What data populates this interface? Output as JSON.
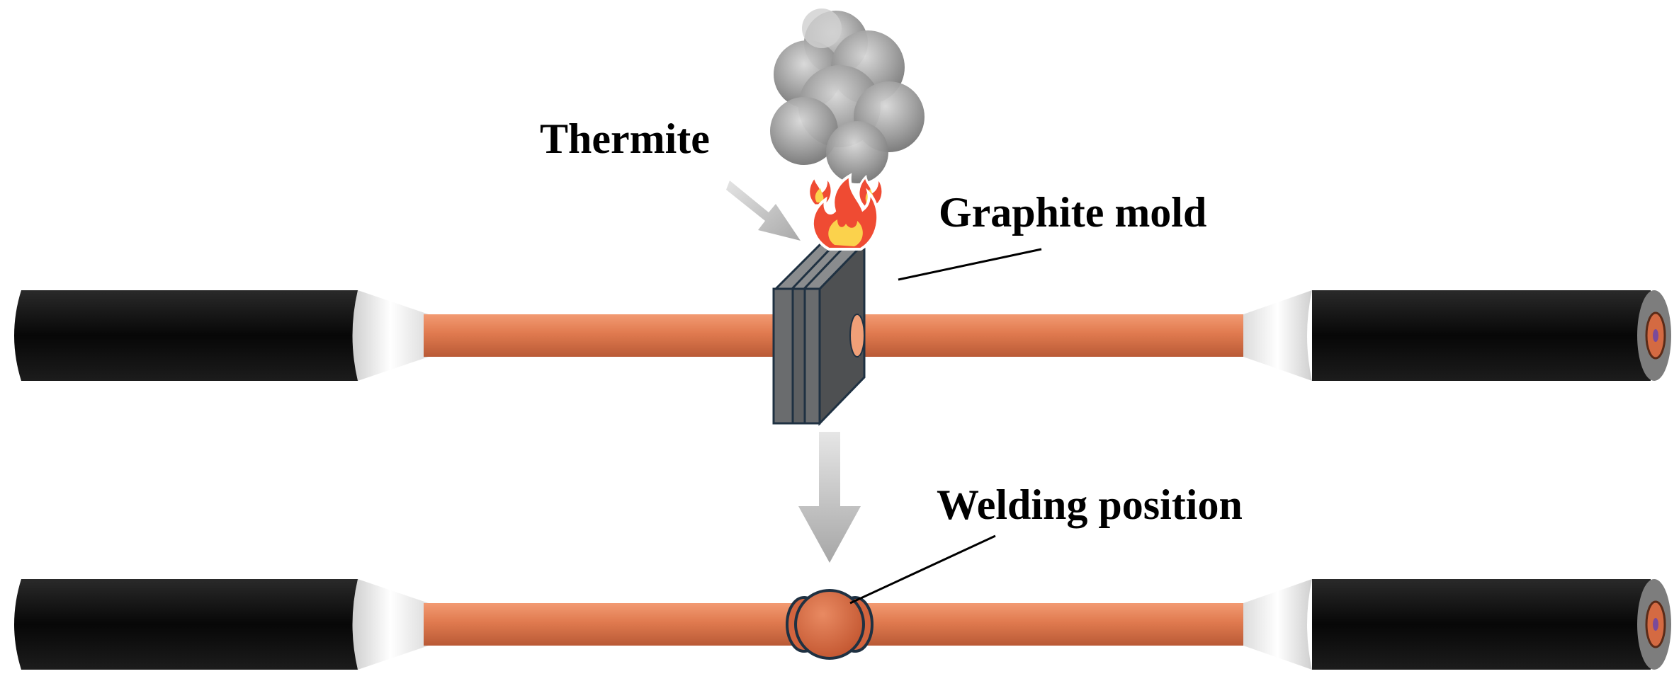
{
  "labels": {
    "thermite": "Thermite",
    "graphite_mold": "Graphite mold",
    "welding_position": "Welding position"
  },
  "colors": {
    "cable_jacket": "#0d0d0d",
    "insulation": "#e8e8e8",
    "copper": "#e07a4f",
    "copper_dark": "#b95a36",
    "mold_front": "#6a6c6e",
    "mold_side": "#505254",
    "mold_outline": "#1f3142",
    "arrow": "#b8b8b8",
    "smoke": "#8c8c8c",
    "flame_outer": "#ef4b33",
    "flame_inner": "#fbd24c",
    "joint": "#d2643e"
  },
  "icons": {
    "smoke": "smoke-icon",
    "flame": "flame-icon",
    "arrow_in": "arrow-icon",
    "arrow_down": "arrow-down-icon"
  }
}
